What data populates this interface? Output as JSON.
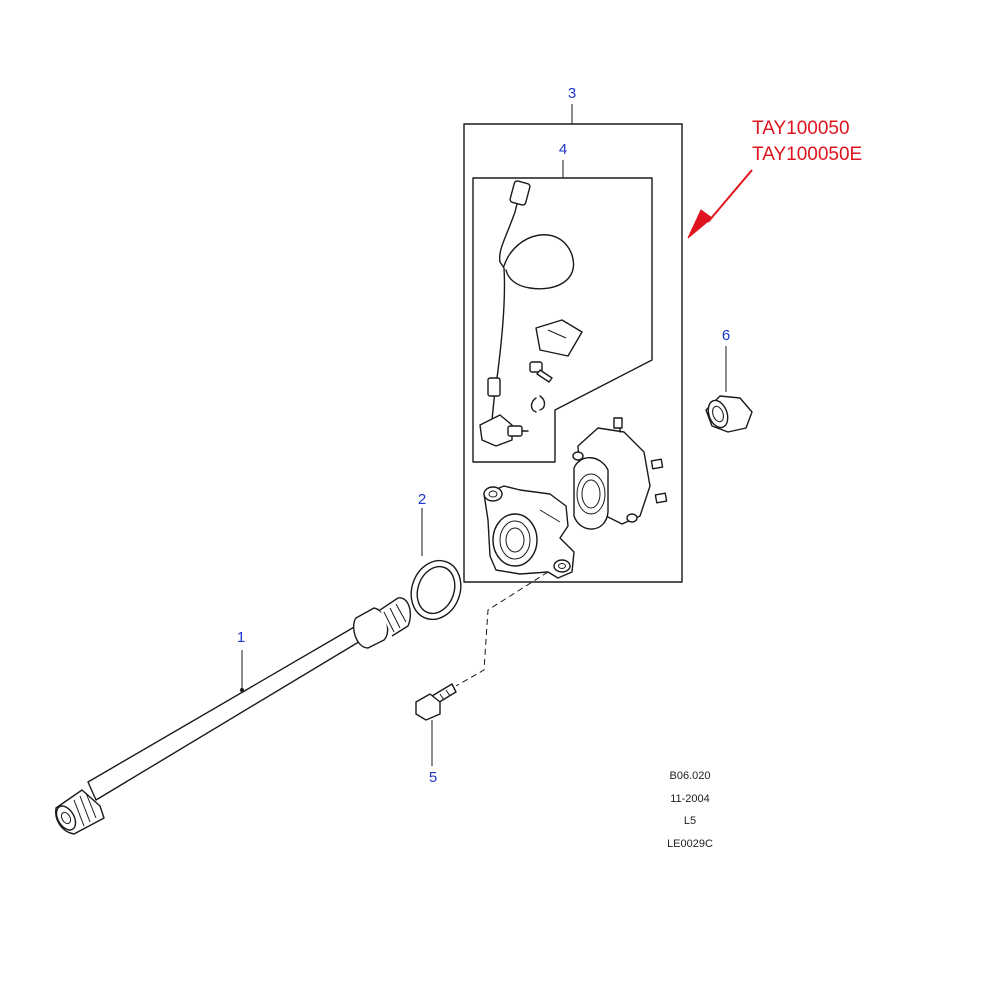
{
  "callouts": {
    "c1": "1",
    "c2": "2",
    "c3": "3",
    "c4": "4",
    "c5": "5",
    "c6": "6"
  },
  "part_numbers": [
    "TAY100050",
    "TAY100050E"
  ],
  "meta": {
    "ref": "B06.020",
    "date": "11-2004",
    "model": "L5",
    "code": "LE0029C"
  },
  "colors": {
    "callout": "#1a35c8",
    "part_number": "#e0141e",
    "arrow": "#e0141e",
    "line": "#1a1a1a"
  }
}
